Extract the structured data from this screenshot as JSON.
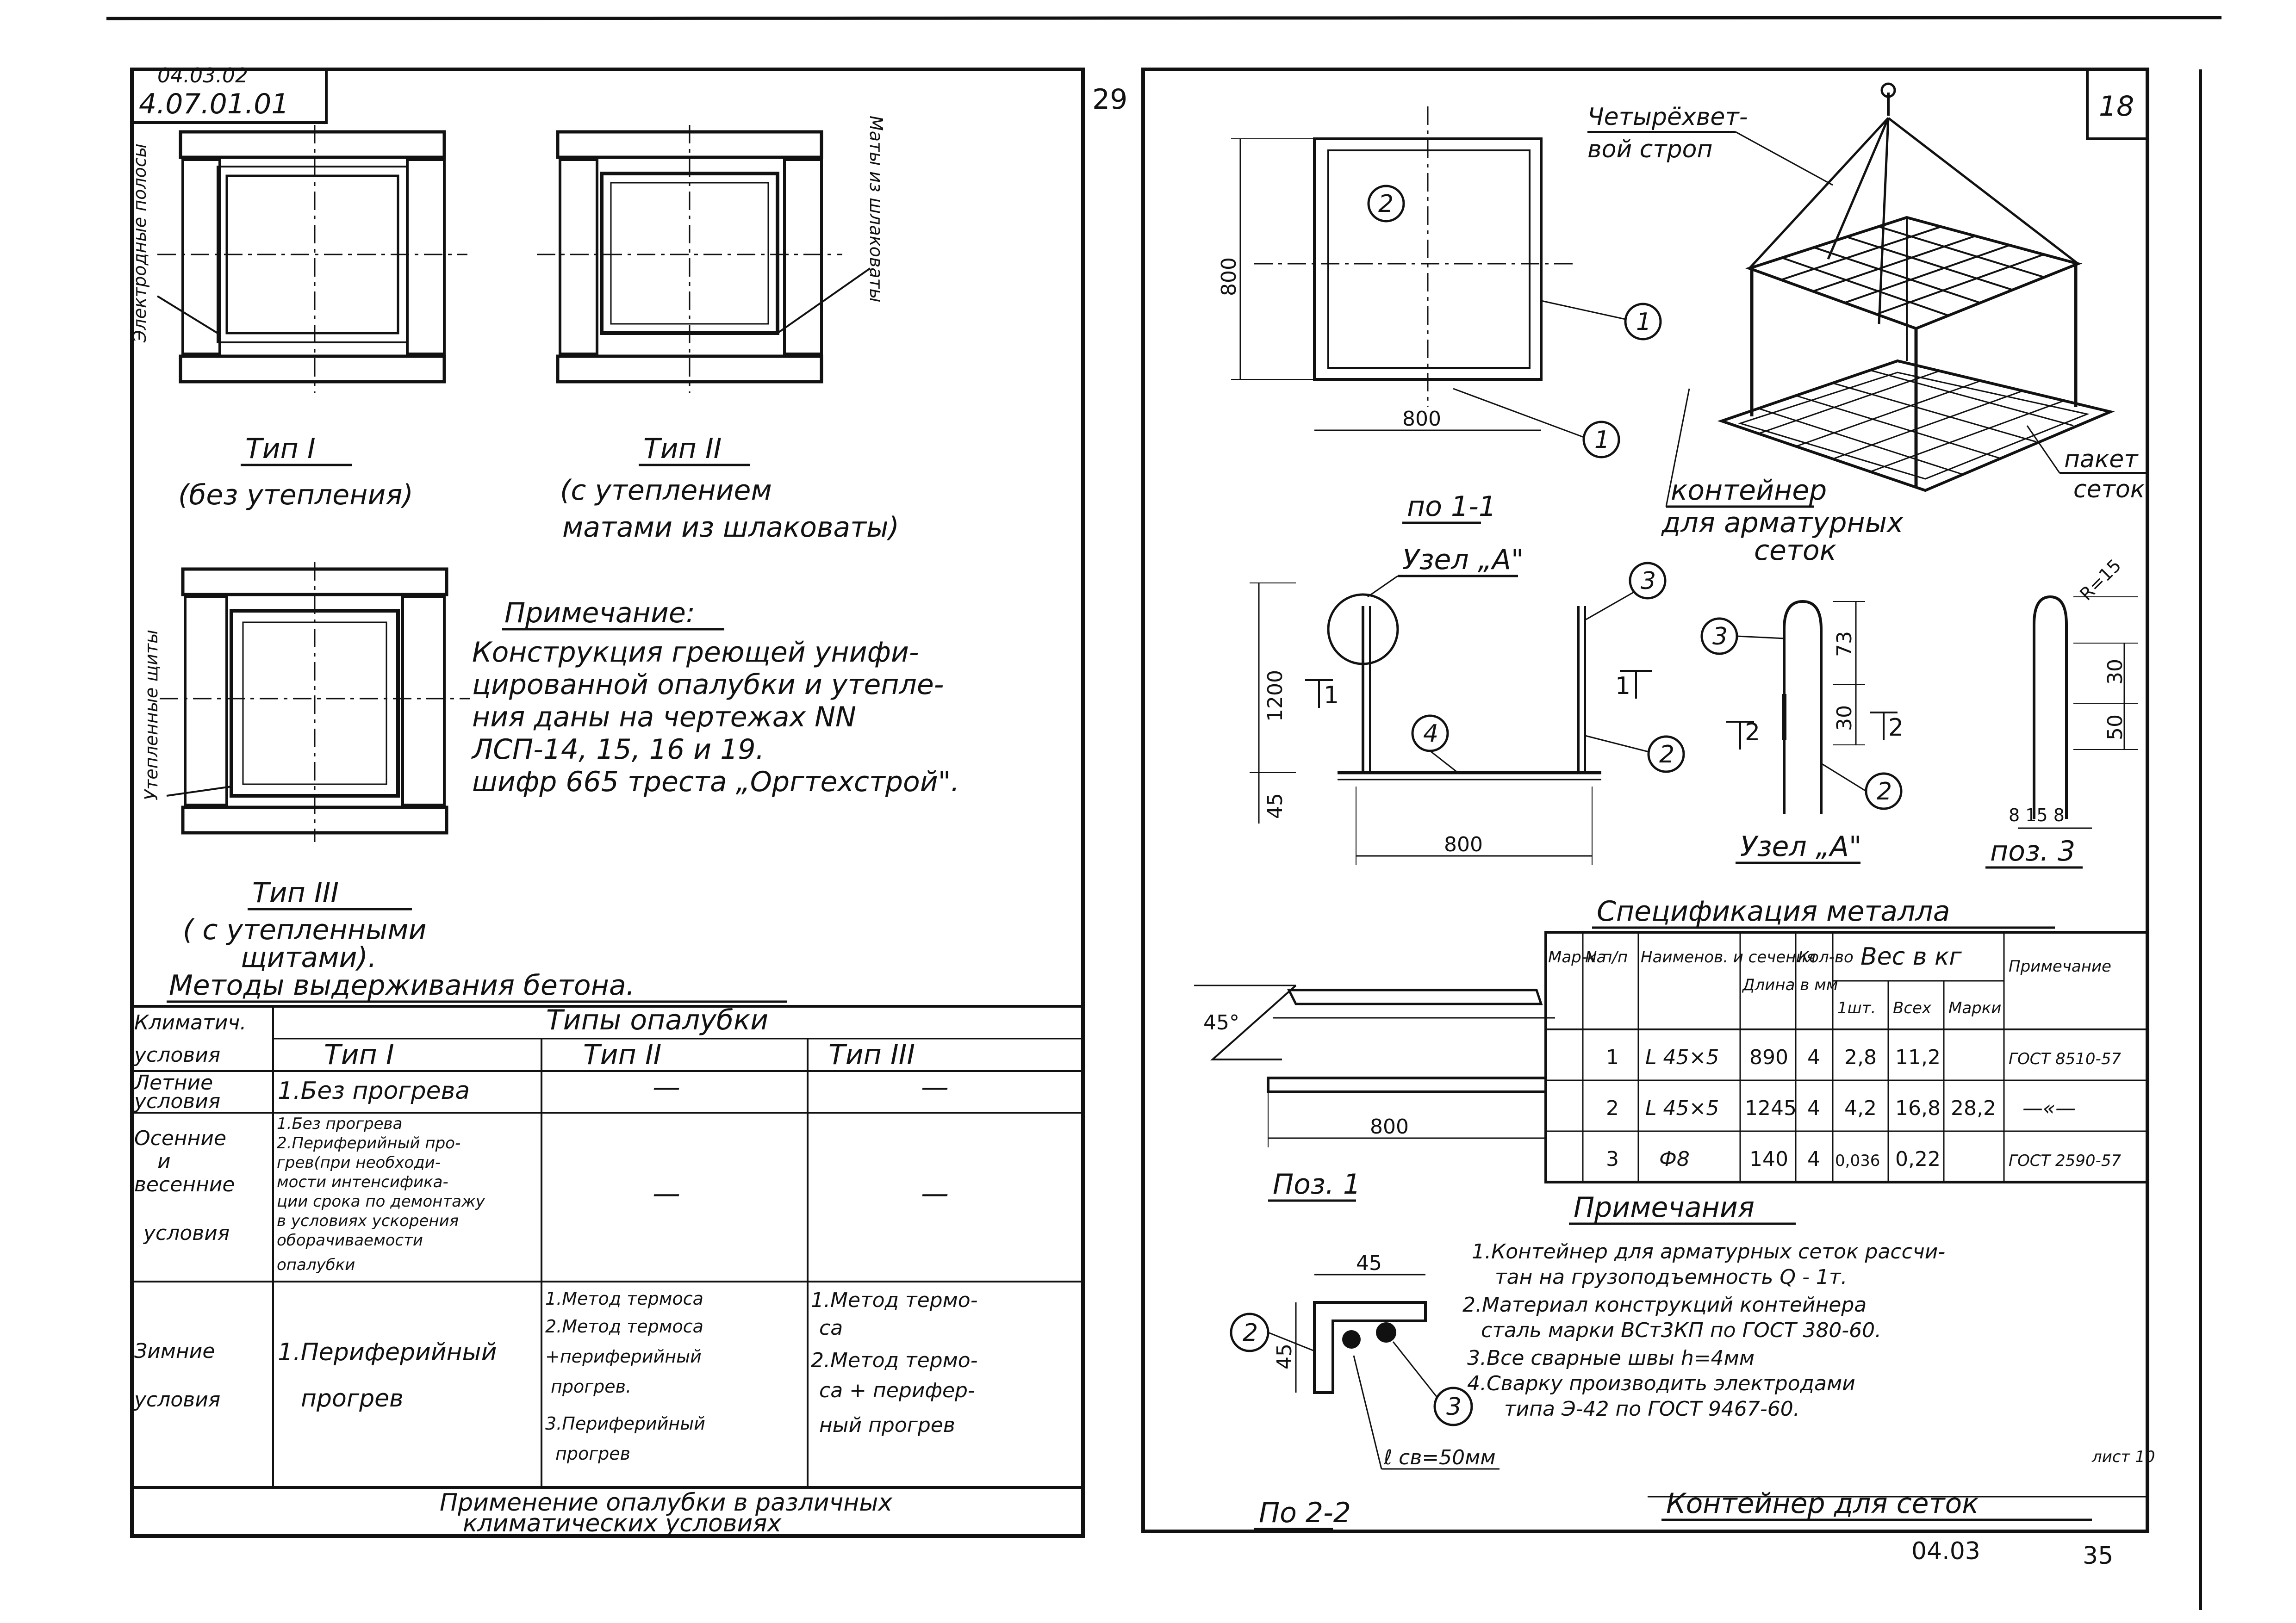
{
  "page": {
    "number": "29"
  },
  "left_sheet": {
    "stamp": {
      "line1": "04.03.02",
      "line2": "4.07.01.01"
    },
    "labels": {
      "electrodes": "Электродные полосы",
      "mats": "Маты из шлаковаты",
      "shields": "Утепленные щиты"
    },
    "types": [
      {
        "title": "Тип I",
        "caption": "(без утепления)"
      },
      {
        "title": "Тип II",
        "caption1": "(с утеплением",
        "caption2": "матами из шлаковаты)"
      },
      {
        "title": "Тип III",
        "caption1": "( с утепленными",
        "caption2": "щитами)."
      }
    ],
    "note": {
      "heading": "Примечание:",
      "lines": [
        "Конструкция греющей унифи-",
        "цированной опалубки и утепле-",
        "ния даны на чертежах NN",
        "ЛСП-14, 15, 16 и 19.",
        "шифр 665 треста „Оргтехстрой\"."
      ]
    },
    "table_title": "Методы выдерживания бетона.",
    "table": {
      "col_climate": [
        "Климатич.",
        "условия"
      ],
      "col_group": "Типы опалубки",
      "col_types": [
        "Тип I",
        "Тип II",
        "Тип III"
      ],
      "rows": [
        {
          "climate": [
            "Летние",
            "условия"
          ],
          "t1": [
            "1.Без прогрева"
          ],
          "t2": "—",
          "t3": "—"
        },
        {
          "climate": [
            "Осенние",
            "и",
            "весенние",
            "условия"
          ],
          "t1": [
            "1.Без прогрева",
            "2.Периферийный про-",
            "грев(при необходи-",
            "мости интенсифика-",
            "ции срока по демонтажу",
            "в условиях ускорения",
            "оборачиваемости",
            "опалубки"
          ],
          "t2": "—",
          "t3": "—"
        },
        {
          "climate": [
            "Зимние",
            "условия"
          ],
          "t1": [
            "1.Периферийный",
            "прогрев"
          ],
          "t2": [
            "1.Метод термоса",
            "2.Метод термоса",
            "+периферийный",
            "прогрев.",
            "3.Периферийный",
            "прогрев"
          ],
          "t3": [
            "1.Метод термо-",
            "са",
            "2.Метод термо-",
            "са + перифер-",
            "ный прогрев"
          ]
        }
      ],
      "footer": [
        "Применение опалубки в различных",
        "климатических условиях"
      ]
    }
  },
  "right_sheet": {
    "sheet_no": "18",
    "labels": {
      "sling": [
        "Четырёхвет-",
        "вой строп"
      ],
      "container": [
        "контейнер",
        "для арматурных",
        "сеток"
      ],
      "packet": [
        "пакет",
        "сеток"
      ],
      "node_a": "Узел „А\"",
      "node_a2": "Узел „А\"",
      "section_11": "по 1-1",
      "section_22": "По 2-2",
      "pos1": "Поз. 1",
      "pos3": "поз. 3"
    },
    "callouts": {
      "one": "1",
      "two": "2",
      "three": "3",
      "four": "4"
    },
    "dims": {
      "d800_a": "800",
      "d800_b": "800",
      "d800_c": "800",
      "d800_d": "800",
      "d1200": "1200",
      "d45": "45",
      "d73": "73",
      "d30": "30",
      "d30b": "30",
      "d50": "50",
      "r15": "R=15",
      "d858": "8 15 8",
      "angle45": "45°",
      "d45b": "45",
      "d45c": "45",
      "weld": "ℓ св=50мм",
      "sec1": "1",
      "sec2": "2"
    },
    "spec_title": "Спецификация металла",
    "spec": {
      "headers": [
        "Мар-ка",
        "N п/п",
        "Наименов. и сечения",
        "Длина в мм",
        "Кол-во",
        "Вес в кг",
        "Примечание"
      ],
      "weight_sub": [
        "1шт.",
        "Всех",
        "Марки"
      ],
      "rows": [
        {
          "n": "1",
          "name": "L 45×5",
          "len": "890",
          "qty": "4",
          "w1": "2,8",
          "wall": "11,2",
          "wm": "",
          "note": "ГОСТ 8510-57"
        },
        {
          "n": "2",
          "name": "L 45×5",
          "len": "1245",
          "qty": "4",
          "w1": "4,2",
          "wall": "16,8",
          "wm": "28,2",
          "note": "—«—"
        },
        {
          "n": "3",
          "name": "Ф8",
          "len": "140",
          "qty": "4",
          "w1": "0,036",
          "wall": "0,22",
          "wm": "",
          "note": "ГОСТ 2590-57"
        }
      ]
    },
    "note": {
      "heading": "Примечания",
      "lines": [
        "1.Контейнер для арматурных сеток рассчи-",
        "тан на грузоподъемность Q - 1т.",
        "2.Материал конструкций контейнера",
        "сталь марки ВСт3КП по ГОСТ 380-60.",
        "3.Все сварные швы h=4мм",
        "4.Сварку производить электродами",
        "типа Э-42 по ГОСТ 9467-60."
      ]
    },
    "list_mark": "лист 10",
    "title": "Контейнер для сеток",
    "bottom_code": "04.03",
    "bottom_num": "35"
  }
}
